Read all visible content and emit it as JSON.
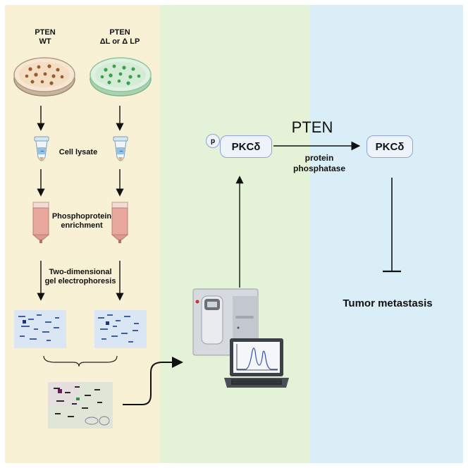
{
  "left": {
    "wt_label": [
      "PTEN",
      "WT"
    ],
    "mut_label": [
      "PTEN",
      "ΔL or Δ LP"
    ],
    "step_lysate": "Cell lysate",
    "step_enrich": [
      "Phosphoprotein",
      "enrichment"
    ],
    "step_2d": [
      "Two-dimensional",
      "gel electrophoresis"
    ]
  },
  "middle": {
    "p_badge": "p",
    "pkc_left": "PKCδ"
  },
  "right": {
    "pten": "PTEN",
    "pkc_right": "PKCδ",
    "phosphatase": [
      "protein",
      "phosphatase"
    ],
    "outcome": "Tumor metastasis"
  },
  "colors": {
    "panel_left": "#f8f1d6",
    "panel_middle": "#e4f2d8",
    "panel_right": "#d9eef6",
    "wt_dots": "#9a5a2c",
    "mut_dots": "#3aa14a"
  },
  "icons": [
    "petri-dish-icon",
    "tube-icon",
    "enrichment-column-icon",
    "gel-icon",
    "mass-spectrometer-icon",
    "laptop-icon"
  ]
}
